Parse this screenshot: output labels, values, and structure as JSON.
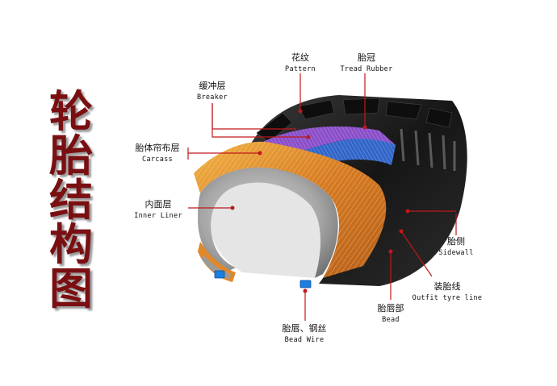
{
  "title": [
    "轮",
    "胎",
    "结",
    "构",
    "图"
  ],
  "labels": {
    "pattern": {
      "zh": "花纹",
      "en": "Pattern"
    },
    "tread": {
      "zh": "胎冠",
      "en": "Tread Rubber"
    },
    "breaker": {
      "zh": "缓冲层",
      "en": "Breaker"
    },
    "carcass": {
      "zh": "胎体帘布层",
      "en": "Carcass"
    },
    "inner_liner": {
      "zh": "内面层",
      "en": "Inner Liner"
    },
    "sidewall": {
      "zh": "胎侧",
      "en": "Sidewall"
    },
    "outfit_line": {
      "zh": "装胎线",
      "en": "Outfit tyre line"
    },
    "bead": {
      "zh": "胎唇部",
      "en": "Bead"
    },
    "bead_wire": {
      "zh": "胎唇、钢丝",
      "en": "Bead Wire"
    }
  },
  "colors": {
    "title": "#7a0f12",
    "leader": "#c0181c",
    "tread_rubber": "#1c1c1c",
    "carcass_orange": "#e0882a",
    "breaker_purple": "#8a4fc8",
    "breaker_blue": "#2f66c8",
    "cap_teal": "#3fb7b0",
    "bead_wire_blue": "#1a7fe0",
    "inner_grey": "#9a9a9a"
  }
}
